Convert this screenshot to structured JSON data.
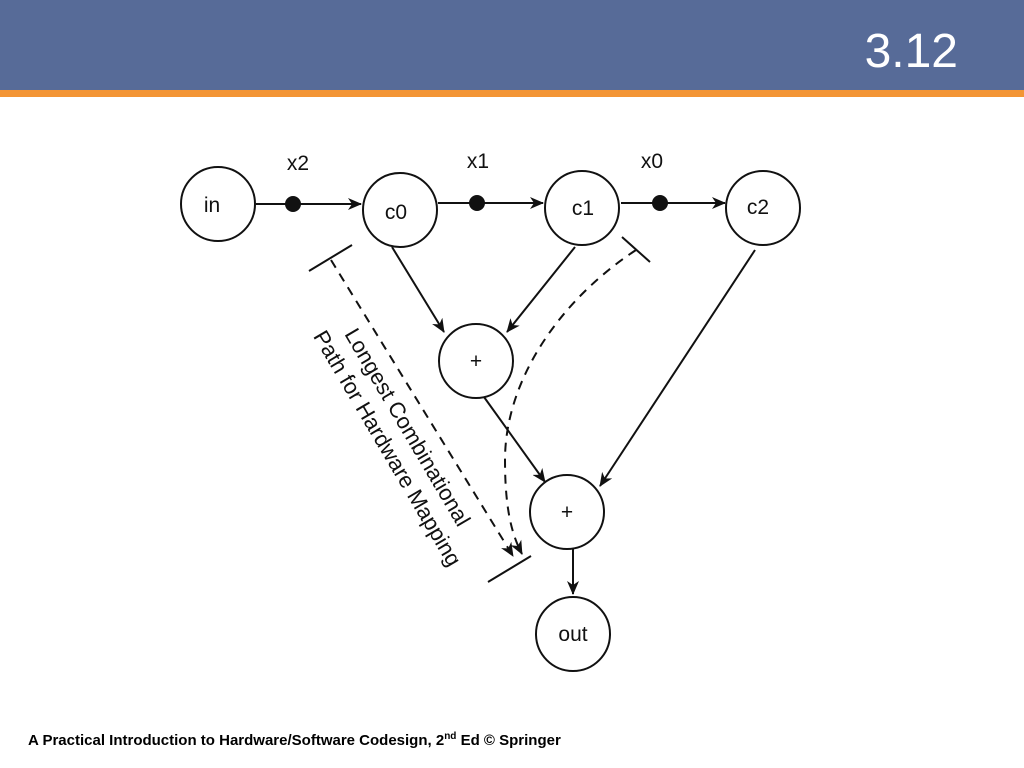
{
  "slide": {
    "number": "3.12",
    "footer_prefix": "A Practical Introduction to Hardware/Software Codesign, 2",
    "footer_sup": "nd",
    "footer_suffix": " Ed © Springer"
  },
  "diagram": {
    "nodes": {
      "in": "in",
      "c0": "c0",
      "c1": "c1",
      "c2": "c2",
      "add1": "+",
      "add2": "+",
      "out": "out"
    },
    "edge_labels": {
      "x2": "x2",
      "x1": "x1",
      "x0": "x0"
    },
    "path_label_line1": "Longest Combinational",
    "path_label_line2": "Path for Hardware Mapping"
  },
  "colors": {
    "header": "#576b98",
    "accent_rule": "#f39535"
  }
}
